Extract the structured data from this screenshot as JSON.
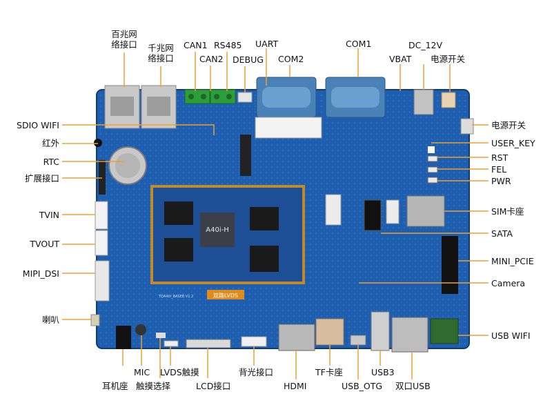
{
  "labels": {
    "gigabit_ethernet": "百兆网\n络接口",
    "gigabit_ethernet_2": "千兆网\n络接口",
    "can1": "CAN1",
    "can2": "CAN2",
    "rs485": "RS485",
    "debug": "DEBUG",
    "uart": "UART",
    "com2": "COM2",
    "com1": "COM1",
    "vbat": "VBAT",
    "dc12v": "DC_12V",
    "power_switch_top": "电源开关",
    "sdio_wifi": "SDIO WIFI",
    "infrared": "红外",
    "rtc": "RTC",
    "expansion": "扩展接口",
    "tvin": "TVIN",
    "tvout": "TVOUT",
    "mipi_dsi": "MIPI_DSI",
    "speaker": "喇叭",
    "power_switch_right": "电源开关",
    "user_key": "USER_KEY",
    "rst": "RST",
    "fel": "FEL",
    "pwr": "PWR",
    "sim": "SIM卡座",
    "sata": "SATA",
    "mini_pcie": "MINI_PCIE",
    "camera": "Camera",
    "usb_wifi": "USB WIFI",
    "mic": "MIC",
    "earphone": "耳机座",
    "touch_select": "触摸选择",
    "lvds_touch": "LVDS触摸",
    "lcd": "LCD接口",
    "backlight": "背光接口",
    "hdmi": "HDMI",
    "tf": "TF卡座",
    "usb_otg": "USB_OTG",
    "usb3": "USB3",
    "dual_usb": "双口USB"
  },
  "board": {
    "chip_label": "A40i-H",
    "silk_lvds": "双路LVDS",
    "model": "TQA40I_BASEB V1.2"
  },
  "colors": {
    "leader": "#f0a030",
    "pcb": "#1f5fb0",
    "pcb_dark": "#17488a",
    "core": "#c08a2a"
  }
}
